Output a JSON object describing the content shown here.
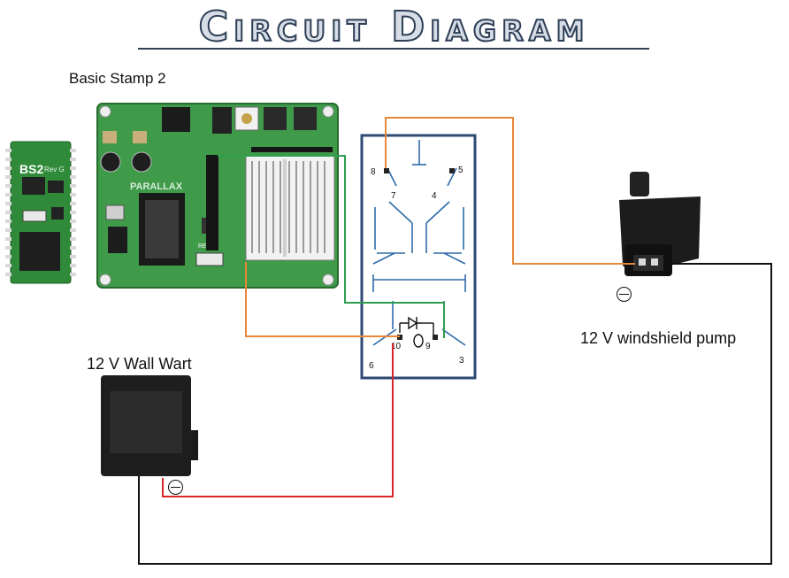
{
  "title": "Circuit Diagram",
  "labels": {
    "stamp": "Basic Stamp 2",
    "pump": "12 V windshield pump",
    "wall_wart": "12 V Wall Wart"
  },
  "relay_pins": {
    "p8": "8",
    "p5": "5",
    "p7": "7",
    "p4": "4",
    "p10": "10",
    "p9": "9",
    "p6": "6",
    "p3": "3"
  },
  "board": {
    "module_text": "BS2",
    "module_rev": "Rev G",
    "reset_label": "RESET",
    "brand": "PARALLAX"
  },
  "wires": {
    "orange": "#e8883a",
    "green": "#2e9e4f",
    "red": "#d8262b",
    "black": "#111111",
    "relay_frame": "#2d4a73"
  }
}
